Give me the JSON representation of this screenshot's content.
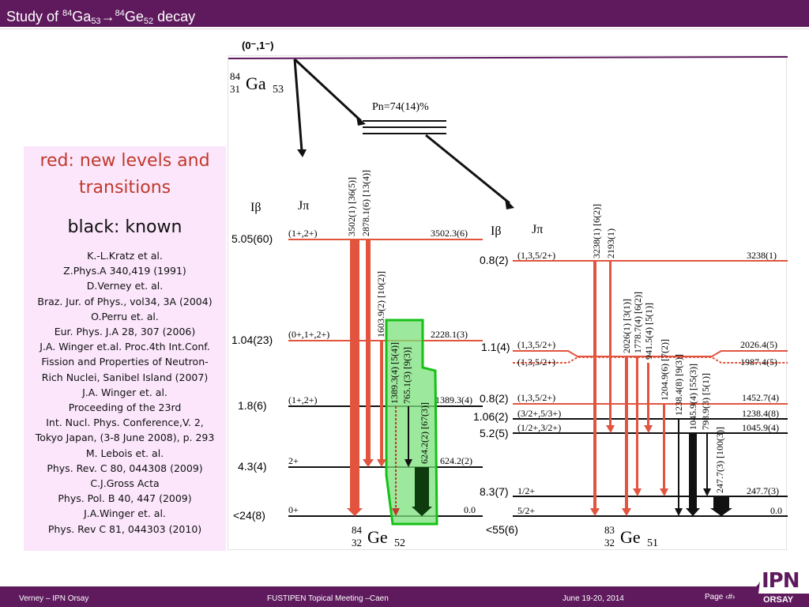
{
  "title": {
    "prefix": "Study of ",
    "a1": "84",
    "el1": "Ga",
    "z1": "53",
    "arrow": "→",
    "a2": "84",
    "el2": "Ge",
    "z2": "52",
    "suffix": " decay"
  },
  "spin_label": "(0⁻,1⁻)",
  "legend": {
    "new_levels": "red: new levels and transitions",
    "known": "black: known",
    "references": [
      "K.-L.Kratz et al.",
      "Z.Phys.A 340,419 (1991)",
      "D.Verney et. al.",
      "Braz. Jur. of Phys., vol34, 3A (2004)",
      "O.Perru et. al.",
      "Eur. Phys. J.A 28, 307 (2006)",
      "J.A. Winger et.al. Proc.4th Int.Conf.",
      "Fission and Properties of Neutron-",
      "Rich Nuclei, Sanibel Island (2007)",
      "J.A. Winger et. al.",
      "Proceeding of the 23rd",
      "Int. Nucl. Phys. Conference,V. 2,",
      "Tokyo Japan, (3-8 June 2008), p. 293",
      "M. Lebois et. al.",
      "Phys. Rev. C 80, 044308 (2009)",
      "C.J.Gross Acta",
      "Phys. Pol. B 40, 447 (2009)",
      "J.A.Winger et. al.",
      "Phys. Rev C 81, 044303 (2010)"
    ]
  },
  "parent": {
    "a": "84",
    "z": "31",
    "el": "Ga",
    "n": "53"
  },
  "pn": "Pn=74(14)%",
  "ge84": {
    "a": "84",
    "z": "32",
    "el": "Ge",
    "n": "52",
    "ib_header": "Iβ",
    "jpi_header": "Jπ",
    "levels": [
      {
        "ib": "5.05(60)",
        "jpi": "(1+,2+)",
        "energy": "3502.3(6)"
      },
      {
        "ib": "1.04(23)",
        "jpi": "(0+,1+,2+)",
        "energy": "2228.1(3)"
      },
      {
        "ib": "1.8(6)",
        "jpi": "(1+,2+)",
        "energy": "1389.3(4)"
      },
      {
        "ib": "4.3(4)",
        "jpi": "2+",
        "energy": "624.2(2)"
      },
      {
        "ib": "<24(8)",
        "jpi": "0+",
        "energy": "0.0"
      }
    ],
    "gammas": [
      "3502(1) [36(5)]",
      "2878.1(6) [13(4)]",
      "1603.9(2) [10(2)]",
      "1389.3(4) [5(4)]",
      "765.1(3) [9(3)]",
      "624.2(2) [67(3)]"
    ]
  },
  "ge83": {
    "a": "83",
    "z": "32",
    "el": "Ge",
    "n": "51",
    "ib_header": "Iβ",
    "jpi_header": "Jπ",
    "bottom_ib": "<55(6)",
    "levels": [
      {
        "ib": "0.8(2)",
        "jpi": "(1,3,5/2+)",
        "energy": "3238(1)"
      },
      {
        "ib": "1.1(4)",
        "jpi": "(1,3,5/2+)",
        "energy": "2026.4(5)"
      },
      {
        "ib": "",
        "jpi": "(1,3,5/2+)",
        "energy": "1987.4(5)"
      },
      {
        "ib": "0.8(2)",
        "jpi": "(1,3,5/2+)",
        "energy": "1452.7(4)"
      },
      {
        "ib": "1.06(2)",
        "jpi": "(3/2+,5/3+)",
        "energy": "1238.4(8)"
      },
      {
        "ib": "5.2(5)",
        "jpi": "(1/2+,3/2+)",
        "energy": "1045.9(4)"
      },
      {
        "ib": "8.3(7)",
        "jpi": "1/2+",
        "energy": "247.7(3)"
      },
      {
        "ib": "",
        "jpi": "5/2+",
        "energy": "0.0"
      }
    ],
    "gammas": [
      "3238(1) [6(2)]",
      "2193(1)",
      "2026(1) [3(1)]",
      "1778.7(4) [6(2)]",
      "941.5(4) [5(1)]",
      "1204.9(6) [7(2)]",
      "1238.4(8) [9(3)]",
      "1045.9(4) [55(3)]",
      "798.9(3) [5(1)]",
      "247.7(3) [100(3)]"
    ]
  },
  "footer": {
    "author": "Verney – IPN Orsay",
    "meeting": "FUSTIPEN Topical Meeting –Caen",
    "date": "June 19-20, 2014",
    "page": "Page ‹#›"
  },
  "logo": {
    "ipn": "IPN",
    "orsay": "ORSAY"
  },
  "colors": {
    "brand": "#5e1a5d",
    "new": "#e2543e",
    "known": "#111111",
    "highlight": "#7be07b"
  }
}
